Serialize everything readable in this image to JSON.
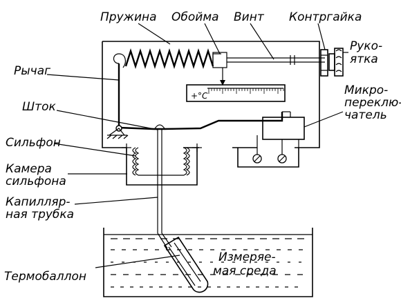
{
  "labels": {
    "spring": "Пружина",
    "cage": "Обойма",
    "screw": "Винт",
    "locknut": "Контргайка",
    "handle_1": "Руко-",
    "handle_2": "ятка",
    "lever": "Рычаг",
    "rod": "Шток",
    "micro_1": "Микро-",
    "micro_2": "переклю-",
    "micro_3": "чатель",
    "bellows": "Сильфон",
    "bellows_chamber_1": "Камера",
    "bellows_chamber_2": "сильфона",
    "capillary_1": "Капилляр-",
    "capillary_2": "ная трубка",
    "medium_1": "Измеряе-",
    "medium_2": "мая среда",
    "thermobulb": "Термобаллон"
  },
  "scale": {
    "unit": "+°C"
  },
  "colors": {
    "line": "#000000",
    "background": "#ffffff"
  }
}
